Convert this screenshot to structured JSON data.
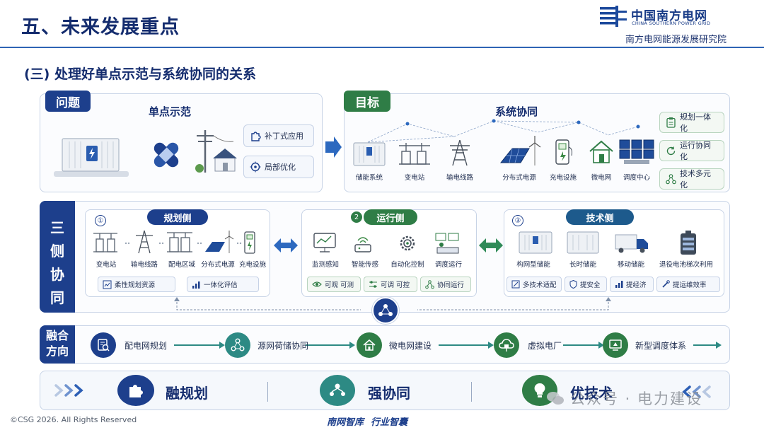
{
  "header": {
    "title": "五、未来发展重点",
    "logo_cn": "中国南方电网",
    "logo_en": "CHINA SOUTHERN POWER GRID",
    "institute": "南方电网能源发展研究院"
  },
  "subtitle": "(三) 处理好单点示范与系统协同的关系",
  "problem": {
    "tab": "问题",
    "heading": "单点示范",
    "tags": [
      "补丁式应用",
      "局部优化"
    ]
  },
  "goal": {
    "tab": "目标",
    "heading": "系统协同",
    "nodes": [
      "储能系统",
      "变电站",
      "输电线路",
      "分布式电源",
      "充电设施",
      "微电网",
      "调度中心"
    ],
    "tags": [
      "规划一体化",
      "运行协同化",
      "技术多元化"
    ]
  },
  "three_side": {
    "label": [
      "三",
      "侧",
      "协",
      "同"
    ],
    "planning": {
      "num": "①",
      "header": "规划侧",
      "items": [
        "变电站",
        "输电线路",
        "配电区域",
        "分布式电源",
        "充电设施"
      ],
      "tags": [
        "柔性规划资源",
        "一体化评估"
      ]
    },
    "operation": {
      "num": "2",
      "header": "运行侧",
      "items": [
        "监测感知",
        "智能传感",
        "自动化控制",
        "调度运行"
      ],
      "tags": [
        "可观 可测",
        "可调 可控",
        "协同运行"
      ]
    },
    "technology": {
      "num": "③",
      "header": "技术侧",
      "items": [
        "构网型储能",
        "长时储能",
        "移动储能",
        "退役电池梯次利用"
      ],
      "tags": [
        "多技术适配",
        "提安全",
        "提经济",
        "提运维效率"
      ]
    }
  },
  "fusion": {
    "label": [
      "融合",
      "方向"
    ],
    "steps": [
      "配电网规划",
      "源网荷储协同",
      "微电网建设",
      "虚拟电厂",
      "新型调度体系"
    ]
  },
  "bottom": {
    "items": [
      "融规划",
      "强协同",
      "优技术"
    ]
  },
  "footer": {
    "copyright": "©CSG 2026. All Rights Reserved",
    "slogan_a": "南网智库",
    "slogan_b": "行业智囊",
    "watermark": "公众号 · 电力建设"
  },
  "colors": {
    "navy": "#1d3f8c",
    "green": "#2f7d46",
    "teal": "#2d8a84",
    "panel_border": "#c7d3e6"
  }
}
